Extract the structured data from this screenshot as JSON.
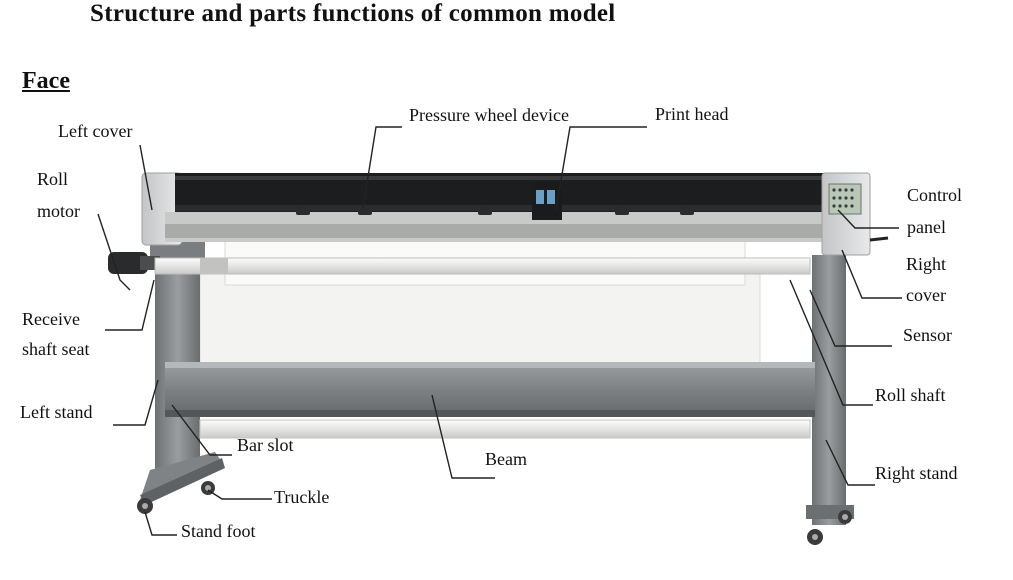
{
  "title": "Structure and parts functions of common model",
  "section": "Face",
  "labels": {
    "left_cover": "Left cover",
    "roll_motor_1": "Roll",
    "roll_motor_2": "motor",
    "receive_1": "Receive",
    "receive_2": "shaft seat",
    "left_stand": "Left stand",
    "bar_slot": "Bar slot",
    "truckle": "Truckle",
    "stand_foot": "Stand foot",
    "pressure_wheel": "Pressure wheel device",
    "print_head": "Print head",
    "control_panel_1": "Control",
    "control_panel_2": "panel",
    "right_cover_1": "Right",
    "right_cover_2": "cover",
    "sensor": "Sensor",
    "roll_shaft": "Roll shaft",
    "beam": "Beam",
    "right_stand": "Right stand"
  },
  "colors": {
    "frame": "#8f9294",
    "frame_dark": "#5f6264",
    "rail": "#1c1d1f",
    "paper": "#f7f7f5",
    "cover": "#d9dadb",
    "panel": "#b9c7b6"
  }
}
